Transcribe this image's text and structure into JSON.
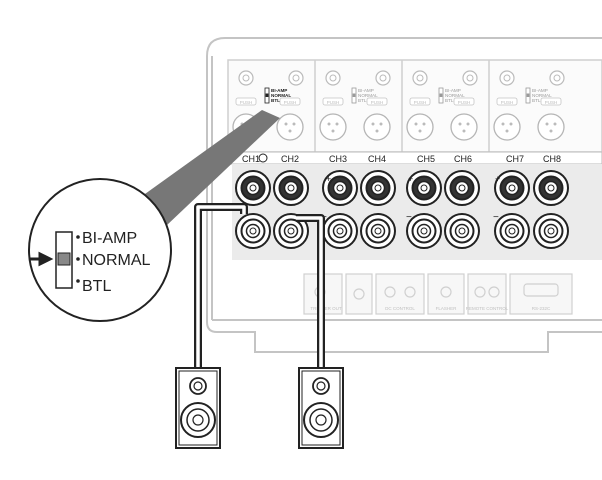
{
  "diagram": {
    "channel_labels": [
      "CH1",
      "CH2",
      "CH3",
      "CH4",
      "CH5",
      "CH6",
      "CH7",
      "CH8"
    ],
    "switch_options": [
      "BI-AMP",
      "NORMAL",
      "BTL"
    ],
    "switch_selected": "NORMAL",
    "module_switch_labels": [
      "BI-AMP",
      "NORMAL",
      "BTL"
    ],
    "push_label": "PUSH",
    "polarity": {
      "positive": "+",
      "negative": "−"
    },
    "lower_panel_labels": [
      "TRIGGER OUT",
      "DC CONTROL",
      "FLASHER",
      "REMOTE CONTROL",
      "RS-232C"
    ],
    "colors": {
      "line": "#222222",
      "light_line": "#bdbdbd",
      "panel_fill": "#ebebeb",
      "terminal_fill": "#ffffff"
    }
  }
}
